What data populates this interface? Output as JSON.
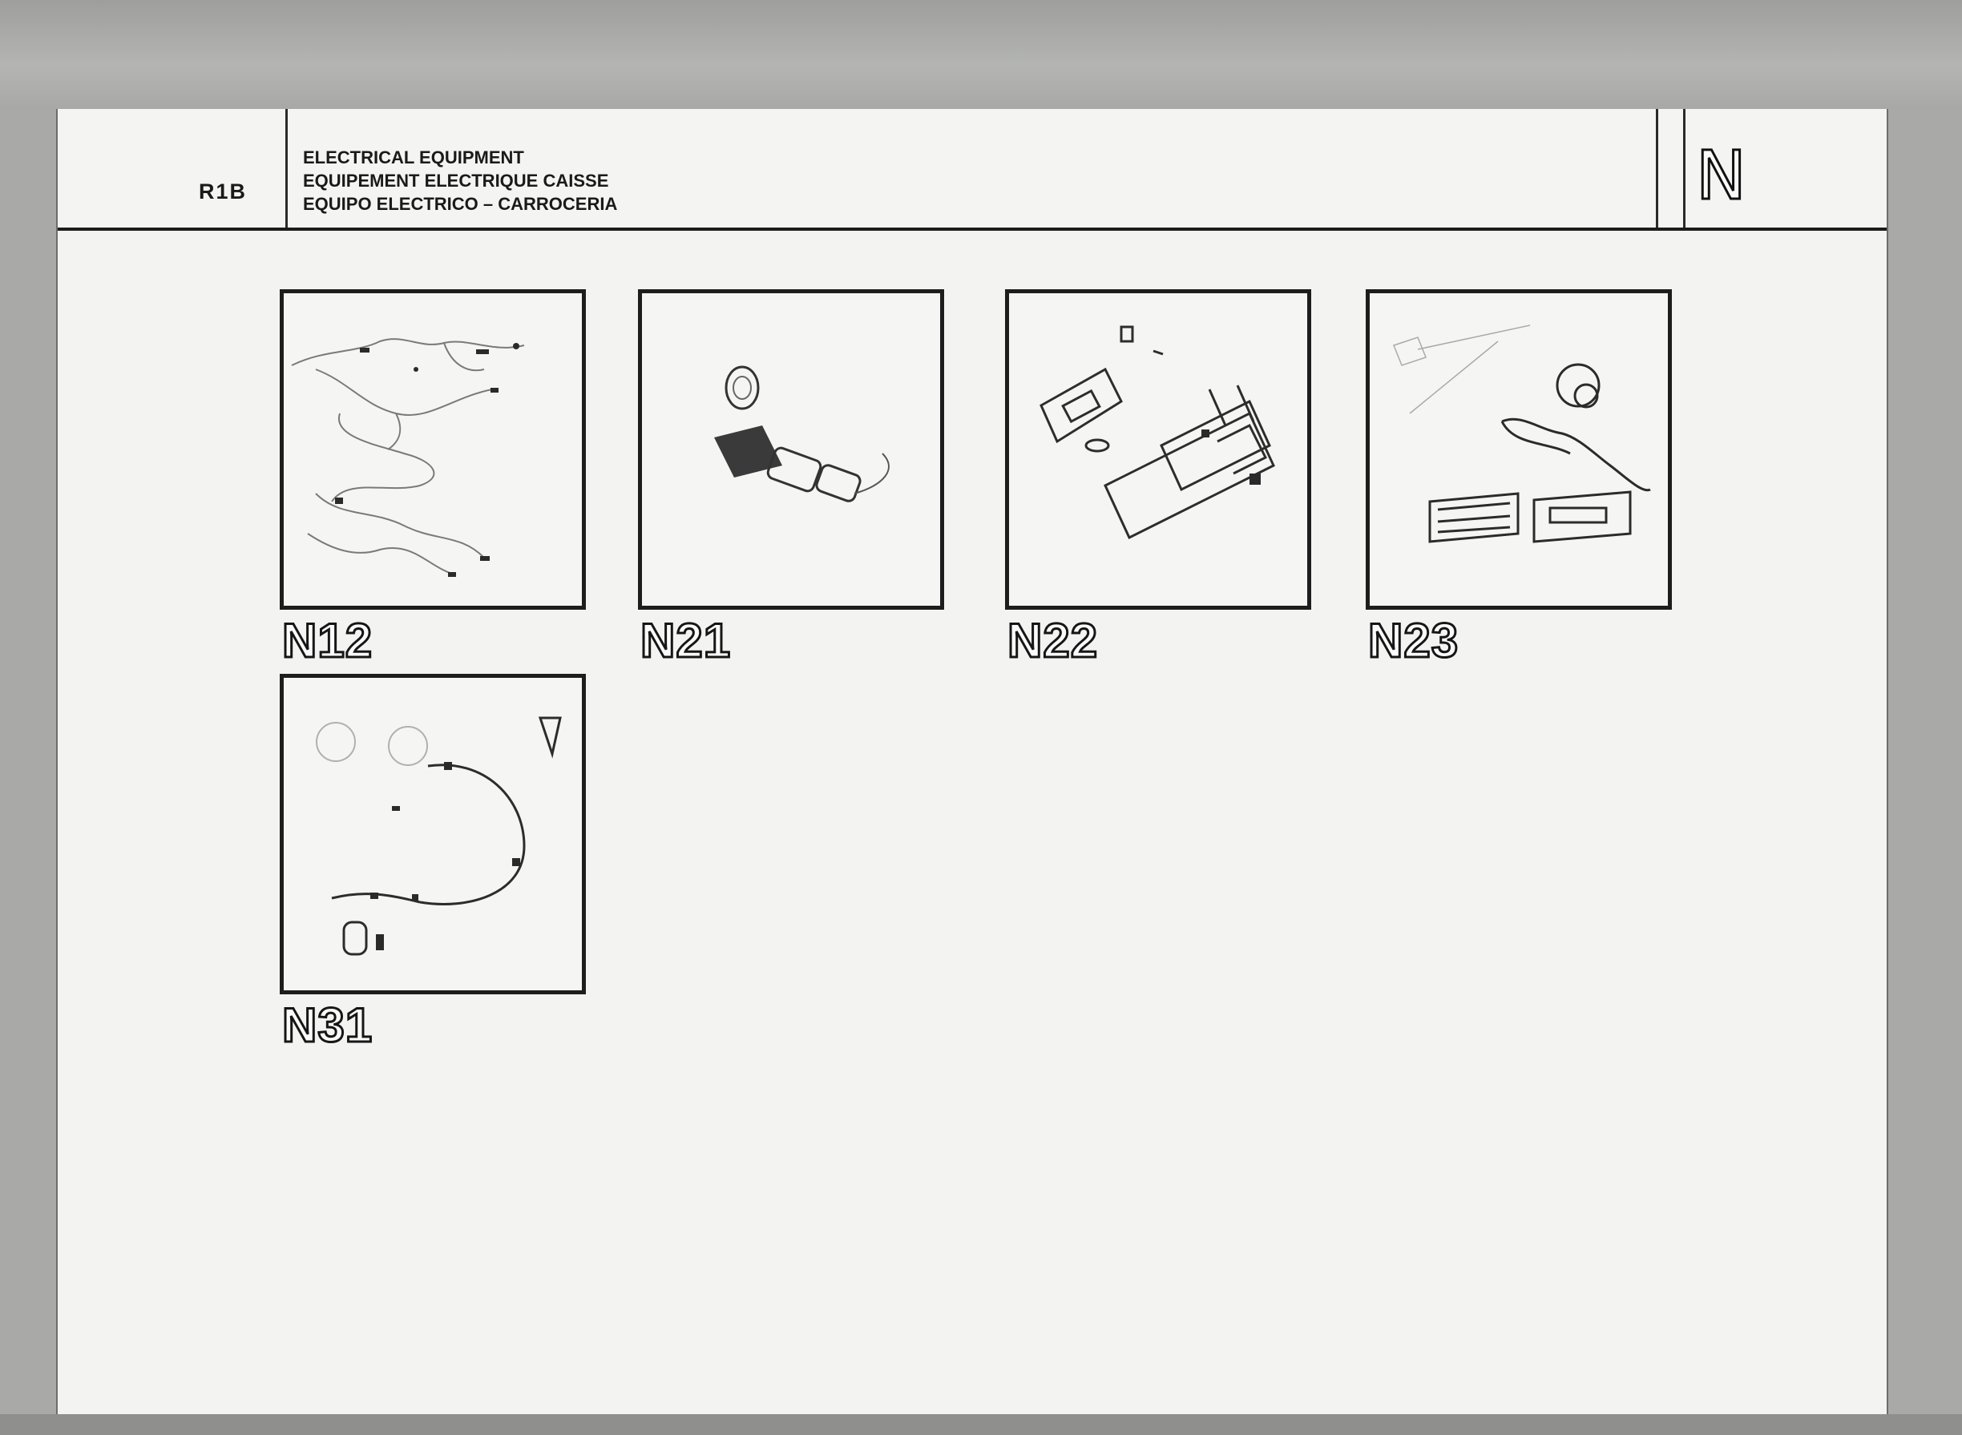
{
  "header": {
    "code": "R1B",
    "title_lines": [
      "ELECTRICAL EQUIPMENT",
      "EQUIPEMENT ELECTRIQUE CAISSE",
      "EQUIPO ELECTRICO – CARROCERIA"
    ],
    "section_letter": "N"
  },
  "tiles": [
    {
      "label": "N12",
      "icon": "wiring-harness-icon"
    },
    {
      "label": "N21",
      "icon": "cigar-lighter-icon"
    },
    {
      "label": "N22",
      "icon": "lamp-switch-assembly-icon"
    },
    {
      "label": "N23",
      "icon": "radio-speaker-icon"
    },
    {
      "label": "N31",
      "icon": "sensor-cable-icon"
    }
  ]
}
